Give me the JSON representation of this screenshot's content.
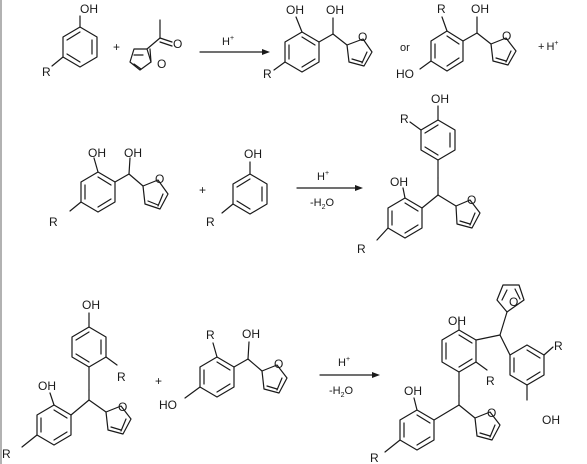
{
  "labels": {
    "oh": "OH",
    "ho": "HO",
    "r": "R",
    "o": "O",
    "plus": "+",
    "or": "or",
    "h": "H",
    "plus_sup": "+",
    "minus_h2o": "-H",
    "two": "2",
    "minus_h2o_tail": "O"
  }
}
